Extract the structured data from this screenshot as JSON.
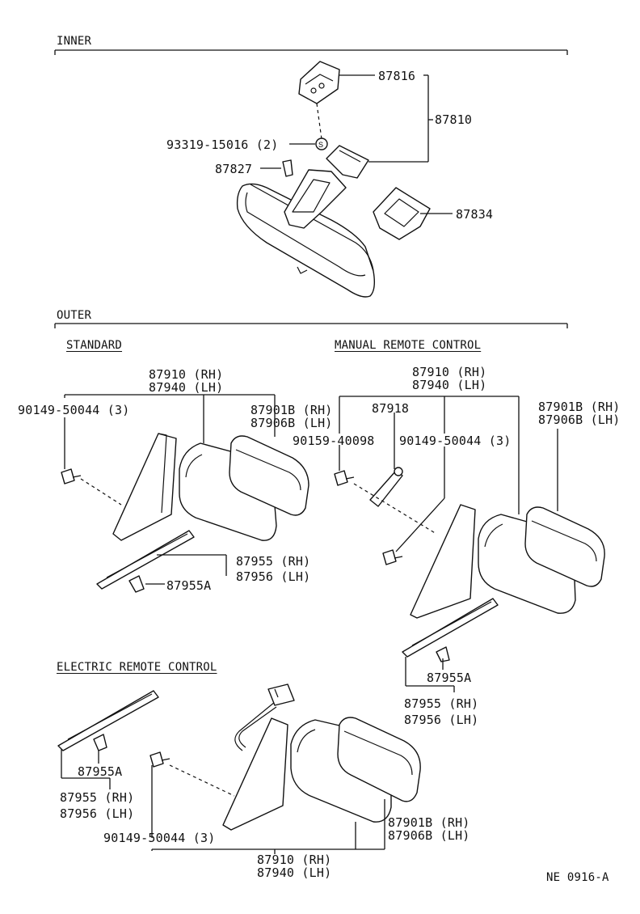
{
  "sections": {
    "inner": "INNER",
    "outer": "OUTER",
    "standard": "STANDARD",
    "manual": "MANUAL REMOTE CONTROL",
    "electric": "ELECTRIC REMOTE CONTROL"
  },
  "inner_parts": {
    "p87816": "87816",
    "p87810": "87810",
    "p93319": "93319-15016 (2)",
    "p87827": "87827",
    "p87834": "87834"
  },
  "standard_parts": {
    "mirror_rh": "87910 (RH)",
    "mirror_lh": "87940 (LH)",
    "bolt": "90149-50044 (3)",
    "glass_rh": "87901B (RH)",
    "glass_lh": "87906B (LH)",
    "cover_rh": "87955 (RH)",
    "cover_lh": "87956 (LH)",
    "clip": "87955A"
  },
  "manual_parts": {
    "mirror_rh": "87910 (RH)",
    "mirror_lh": "87940 (LH)",
    "lever": "87918",
    "glass_rh": "87901B (RH)",
    "glass_lh": "87906B (LH)",
    "screw": "90159-40098",
    "bolt": "90149-50044 (3)",
    "clip": "87955A",
    "cover_rh": "87955 (RH)",
    "cover_lh": "87956 (LH)"
  },
  "electric_parts": {
    "clip": "87955A",
    "cover_rh": "87955 (RH)",
    "cover_lh": "87956 (LH)",
    "bolt": "90149-50044 (3)",
    "glass_rh": "87901B (RH)",
    "glass_lh": "87906B (LH)",
    "mirror_rh": "87910 (RH)",
    "mirror_lh": "87940 (LH)"
  },
  "figure_code": "NE 0916-A"
}
